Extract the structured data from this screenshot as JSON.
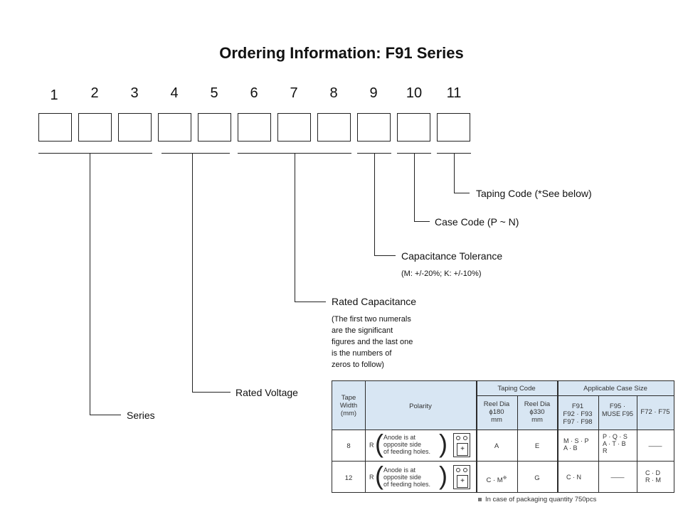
{
  "title": "Ordering Information: F91 Series",
  "positions": [
    "1",
    "2",
    "3",
    "4",
    "5",
    "6",
    "7",
    "8",
    "9",
    "10",
    "11"
  ],
  "fields": {
    "taping_code": "Taping Code (*See below)",
    "case_code": "Case Code (P ~ N)",
    "cap_tolerance": "Capacitance Tolerance",
    "cap_tolerance_note": "(M: +/-20%; K: +/-10%)",
    "rated_capacitance": "Rated Capacitance",
    "rated_capacitance_note": [
      "(The first two numerals",
      "are the significant",
      "figures and the last one",
      "is the  numbers of",
      "zeros to follow)"
    ],
    "rated_voltage": "Rated Voltage",
    "series": "Series"
  },
  "table": {
    "headers": {
      "tape_width": [
        "Tape",
        "Width",
        "(mm)"
      ],
      "polarity": "Polarity",
      "taping_code": "Taping Code",
      "reel_180": [
        "Reel Dia",
        "ϕ180",
        "mm"
      ],
      "reel_330": [
        "Reel Dia",
        "ϕ330",
        "mm"
      ],
      "applicable_case_size": "Applicable Case Size",
      "col_f91": [
        "F91",
        "F92 · F93",
        "F97 · F98"
      ],
      "col_f95": [
        "F95 ·",
        "MUSE F95"
      ],
      "col_f72": "F72 · F75"
    },
    "rows": [
      {
        "width": "8",
        "polarity_code": "R",
        "polarity_text": [
          "Anode is at",
          "opposite side",
          "of feeding holes."
        ],
        "reel_180": "A",
        "reel_330": "E",
        "f91": [
          "M · S · P",
          "A · B"
        ],
        "f95": [
          "P · Q · S",
          "A · T · B",
          "R"
        ],
        "f72": "——"
      },
      {
        "width": "12",
        "polarity_code": "R",
        "polarity_text": [
          "Anode is at",
          "opposite side",
          "of feeding holes."
        ],
        "reel_180": "C · M",
        "reel_180_mark": "※",
        "reel_330": "G",
        "f91": [
          "C · N"
        ],
        "f95": [
          "——"
        ],
        "f72": [
          "C · D",
          "R · M"
        ]
      }
    ],
    "footnote": "In case of packaging quantity 750pcs"
  }
}
